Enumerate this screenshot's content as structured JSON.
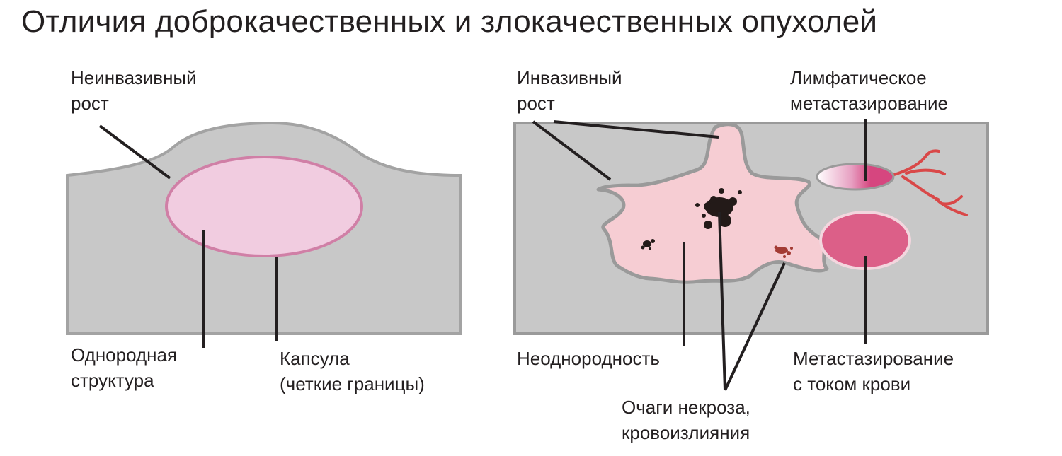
{
  "title": "Отличия доброкачественных и злокачественных опухолей",
  "benign": {
    "noninvasive_growth": [
      "Неинвазивный",
      "рост"
    ],
    "homogeneous_structure": [
      "Однородная",
      "структура"
    ],
    "capsule": [
      "Капсула",
      "(четкие границы)"
    ]
  },
  "malignant": {
    "invasive_growth": [
      "Инвазивный",
      "рост"
    ],
    "lymphatic_metastasis": [
      "Лимфатическое",
      "метастазирование"
    ],
    "heterogeneity": [
      "Неоднородность"
    ],
    "necrosis_hemorrhage": [
      "Очаги некроза,",
      "кровоизлияния"
    ],
    "blood_metastasis": [
      "Метастазирование",
      "с током крови"
    ]
  },
  "colors": {
    "tissue": "#c8c8c8",
    "tissue_border": "#9a9a9a",
    "benign_tumor": "#f1cce0",
    "benign_capsule": "#d07fa6",
    "malignant_tumor": "#f6cdd3",
    "lymph_node": "#d6467f",
    "blood_metastasis": "#dc5f88",
    "vessel": "#d94848",
    "necrosis": "#231a18",
    "hemorrhage": "#a33b34",
    "leader_line": "#231f20"
  }
}
